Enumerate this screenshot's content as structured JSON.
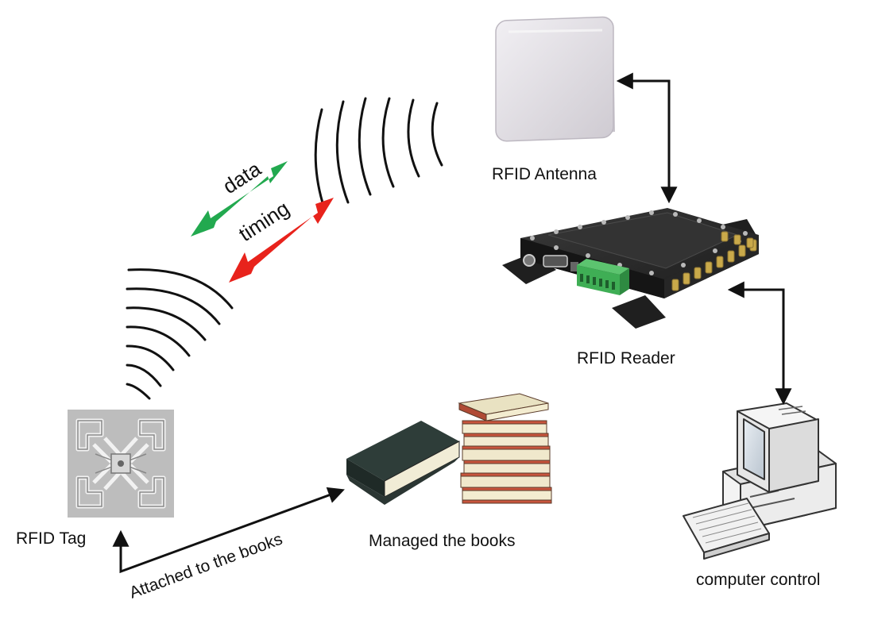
{
  "labels": {
    "antenna": "RFID Antenna",
    "reader": "RFID Reader",
    "tag": "RFID Tag",
    "books": "Managed the books",
    "computer": "computer control",
    "attached": "Attached to the books",
    "data": "data",
    "timing": "timing"
  },
  "colors": {
    "data_arrow": "#22a94f",
    "timing_arrow": "#e8231c",
    "connector": "#111111",
    "antenna_panel": "#e4e1e6",
    "reader_body": "#2b2b2b",
    "terminal_block": "#3fae55",
    "sma_connector": "#c9a94a",
    "tag_background": "#bdbdbd"
  },
  "icons": {
    "antenna": "antenna-panel-icon",
    "reader": "rfid-reader-device-icon",
    "tag": "rfid-tag-inlay-icon",
    "books": "book-stack-icon",
    "computer": "desktop-computer-icon"
  }
}
